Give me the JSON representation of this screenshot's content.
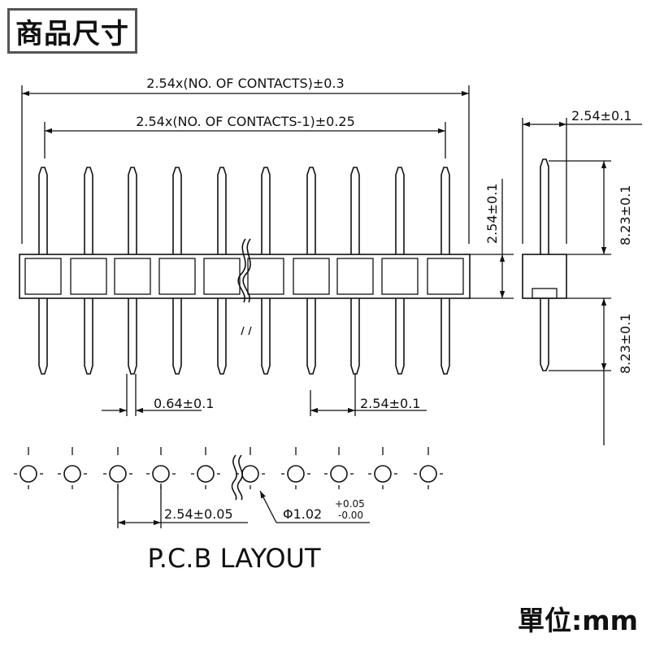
{
  "header": {
    "title": "商品尺寸"
  },
  "dimensions": {
    "overall_length": "2.54x(NO. OF CONTACTS)±0.3",
    "pitch_span": "2.54x(NO. OF CONTACTS-1)±0.25",
    "body_height": "2.54±0.1",
    "side_width": "2.54±0.1",
    "pin_upper_length": "8.23±0.1",
    "pin_lower_length": "8.23±0.1",
    "pin_width": "0.64±0.1",
    "pin_pitch": "2.54±0.1"
  },
  "pcb_layout": {
    "title": "P.C.B LAYOUT",
    "hole_pitch": "2.54±0.05",
    "hole_diameter": "Φ1.02",
    "hole_tol_plus": "+0.05",
    "hole_tol_minus": "-0.00"
  },
  "footer": {
    "unit_label": "單位:mm"
  },
  "colors": {
    "line": "#111111",
    "title_border": "#555555"
  }
}
